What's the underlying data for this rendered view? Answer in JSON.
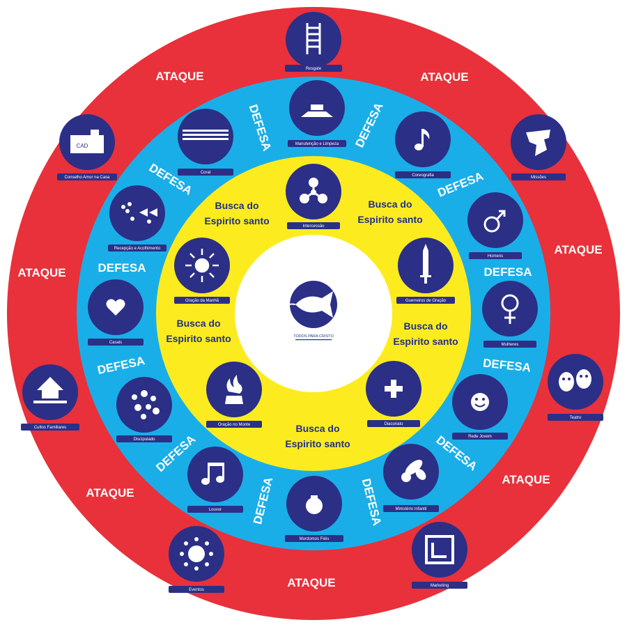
{
  "colors": {
    "outer_ring": "#e8313a",
    "middle_ring": "#1aaee8",
    "inner_ring": "#fcec1f",
    "center": "#ffffff",
    "badge": "#2b2f86",
    "label_text": "#ffffff",
    "busca_text": "#1f2f85"
  },
  "center": {
    "logo_icon": "fish-icon",
    "logo_text": "TODOS PARA CRISTO"
  },
  "ring_labels": {
    "ataque": "ATAQUE",
    "defesa": "DEFESA",
    "busca_line1": "Busca do",
    "busca_line2": "Espirito santo"
  },
  "outer_items": [
    {
      "label": "Resgate",
      "icon": "ladder-icon"
    },
    {
      "label": "Missões",
      "icon": "map-icon"
    },
    {
      "label": "Teatro",
      "icon": "theater-masks-icon"
    },
    {
      "label": "Marketing",
      "icon": "frame-icon"
    },
    {
      "label": "Eventos",
      "icon": "sun-icon"
    },
    {
      "label": "Cultos Familiares",
      "icon": "house-icon"
    },
    {
      "label": "Conselho Amor na Casa",
      "icon": "mailbox-icon"
    }
  ],
  "middle_items": [
    {
      "label": "Manutenção e Limpeza",
      "icon": "hat-icon"
    },
    {
      "label": "Coreografia",
      "icon": "music-note-icon"
    },
    {
      "label": "Homens",
      "icon": "male-symbol-icon"
    },
    {
      "label": "Mulheres",
      "icon": "female-symbol-icon"
    },
    {
      "label": "Rede Jovem",
      "icon": "smile-icon"
    },
    {
      "label": "Ministério Infantil",
      "icon": "pacifier-icon"
    },
    {
      "label": "Mordomos Fiéis",
      "icon": "pot-icon"
    },
    {
      "label": "Louvor",
      "icon": "music-notes-icon"
    },
    {
      "label": "Discipulado",
      "icon": "dots-icon"
    },
    {
      "label": "Casais",
      "icon": "heart-icon"
    },
    {
      "label": "Recepção e Acolhimento",
      "icon": "arrows-icon"
    },
    {
      "label": "Coral",
      "icon": "choir-icon"
    }
  ],
  "inner_items": [
    {
      "label": "Intercessão",
      "icon": "network-icon"
    },
    {
      "label": "Guerreiros de Oração",
      "icon": "sword-icon"
    },
    {
      "label": "Diaconato",
      "icon": "cross-icon"
    },
    {
      "label": "Oração no Monte",
      "icon": "fire-icon"
    },
    {
      "label": "Oração da Manhã",
      "icon": "sunrise-icon"
    }
  ]
}
